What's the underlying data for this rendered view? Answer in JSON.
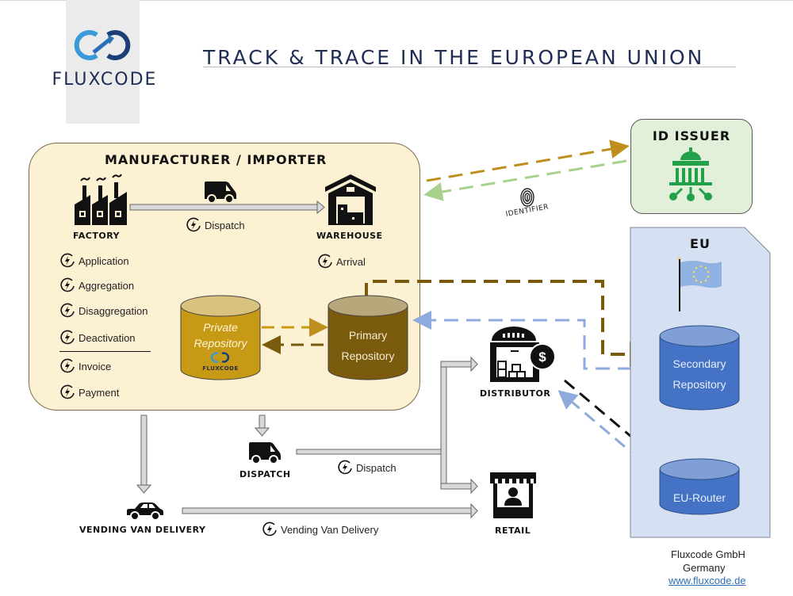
{
  "brand": {
    "name": "FLUXCODE",
    "logo_icon": "infinity-arrows-icon"
  },
  "title": "TRACK & TRACE IN THE EUROPEAN UNION",
  "manufacturer": {
    "heading": "MANUFACTURER / IMPORTER",
    "factory_label": "FACTORY",
    "warehouse_label": "WAREHOUSE",
    "dispatch_event": "Dispatch",
    "arrival_event": "Arrival",
    "events": [
      "Application",
      "Aggregation",
      "Disaggregation",
      "Deactivation"
    ],
    "financial_events": [
      "Invoice",
      "Payment"
    ],
    "private_repository": {
      "line1": "Private",
      "line2": "Repository",
      "brand": "FLUXCODE"
    },
    "primary_repository": {
      "line1": "Primary",
      "line2": "Repository"
    }
  },
  "id_issuer": {
    "heading": "ID ISSUER",
    "identifier_label": "IDENTIFIER"
  },
  "eu": {
    "heading": "EU",
    "secondary_repository": {
      "line1": "Secondary",
      "line2": "Repository"
    },
    "router": "EU-Router"
  },
  "distributor_label": "DISTRIBUTOR",
  "retail_label": "RETAIL",
  "dispatch_label": "DISPATCH",
  "dispatch_event": "Dispatch",
  "vending_label": "VENDING VAN DELIVERY",
  "vending_event": "Vending Van Delivery",
  "footer": {
    "company": "Fluxcode GmbH",
    "country": "Germany",
    "website": "www.fluxcode.de"
  },
  "colors": {
    "title": "#1f2d55",
    "manufacturer_bg": "#fdf1d3",
    "private_repo": "#c79a16",
    "primary_repo": "#7a5a0c",
    "id_issuer_bg": "#e2f0d9",
    "id_issuer_icon": "#22a04a",
    "eu_bg": "#d6e0f3",
    "eu_repo": "#4472c4",
    "gold_dash": "#bf8f1e",
    "green_dash": "#a9d18e",
    "blue_dash": "#8faadc"
  }
}
